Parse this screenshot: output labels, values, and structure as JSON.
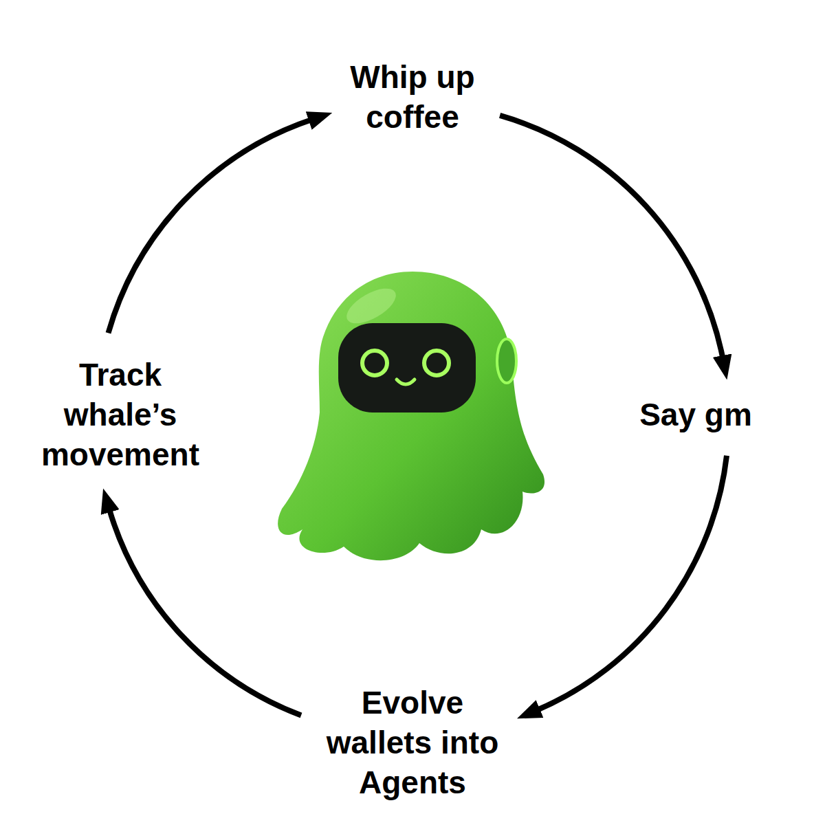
{
  "diagram": {
    "nodes": [
      {
        "text": [
          "Whip up coffee"
        ]
      },
      {
        "text": [
          "Say gm"
        ]
      },
      {
        "text": [
          "Evolve wallets into Agents"
        ]
      },
      {
        "text": [
          "Track whale’s movement"
        ]
      }
    ],
    "edges": [
      {
        "from": 0,
        "to": 1,
        "arrow": "to"
      },
      {
        "from": 1,
        "to": 2,
        "arrow": "to"
      },
      {
        "from": 2,
        "to": 3,
        "arrow": "to"
      },
      {
        "from": 3,
        "to": 0,
        "arrow": "to"
      }
    ]
  }
}
